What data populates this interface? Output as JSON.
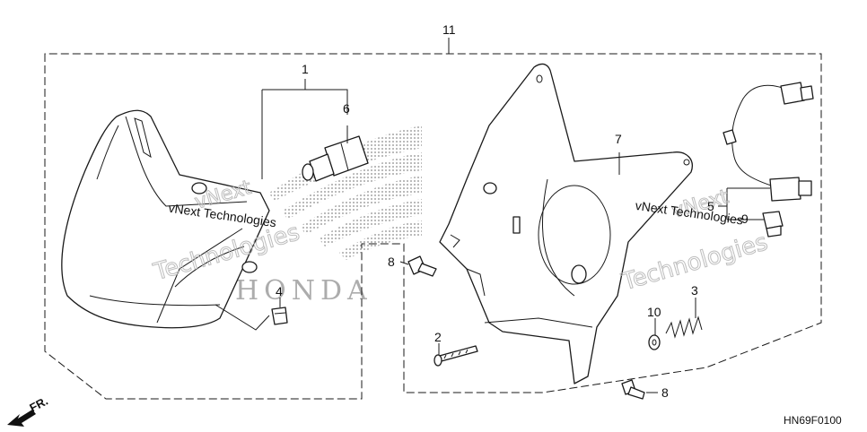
{
  "diagram": {
    "code": "HN69F0100",
    "front_label": "FR.",
    "watermark": {
      "line1": "vNext",
      "line2": "Technologies",
      "line3": "vNext Technologies"
    },
    "brand_watermark": "HONDA",
    "callouts": [
      {
        "id": "11",
        "label": "11"
      },
      {
        "id": "1",
        "label": "1"
      },
      {
        "id": "6",
        "label": "6"
      },
      {
        "id": "4",
        "label": "4"
      },
      {
        "id": "8a",
        "label": "8"
      },
      {
        "id": "7",
        "label": "7"
      },
      {
        "id": "5",
        "label": "5"
      },
      {
        "id": "9",
        "label": "9"
      },
      {
        "id": "3",
        "label": "3"
      },
      {
        "id": "10",
        "label": "10"
      },
      {
        "id": "2",
        "label": "2"
      },
      {
        "id": "8b",
        "label": "8"
      }
    ]
  }
}
